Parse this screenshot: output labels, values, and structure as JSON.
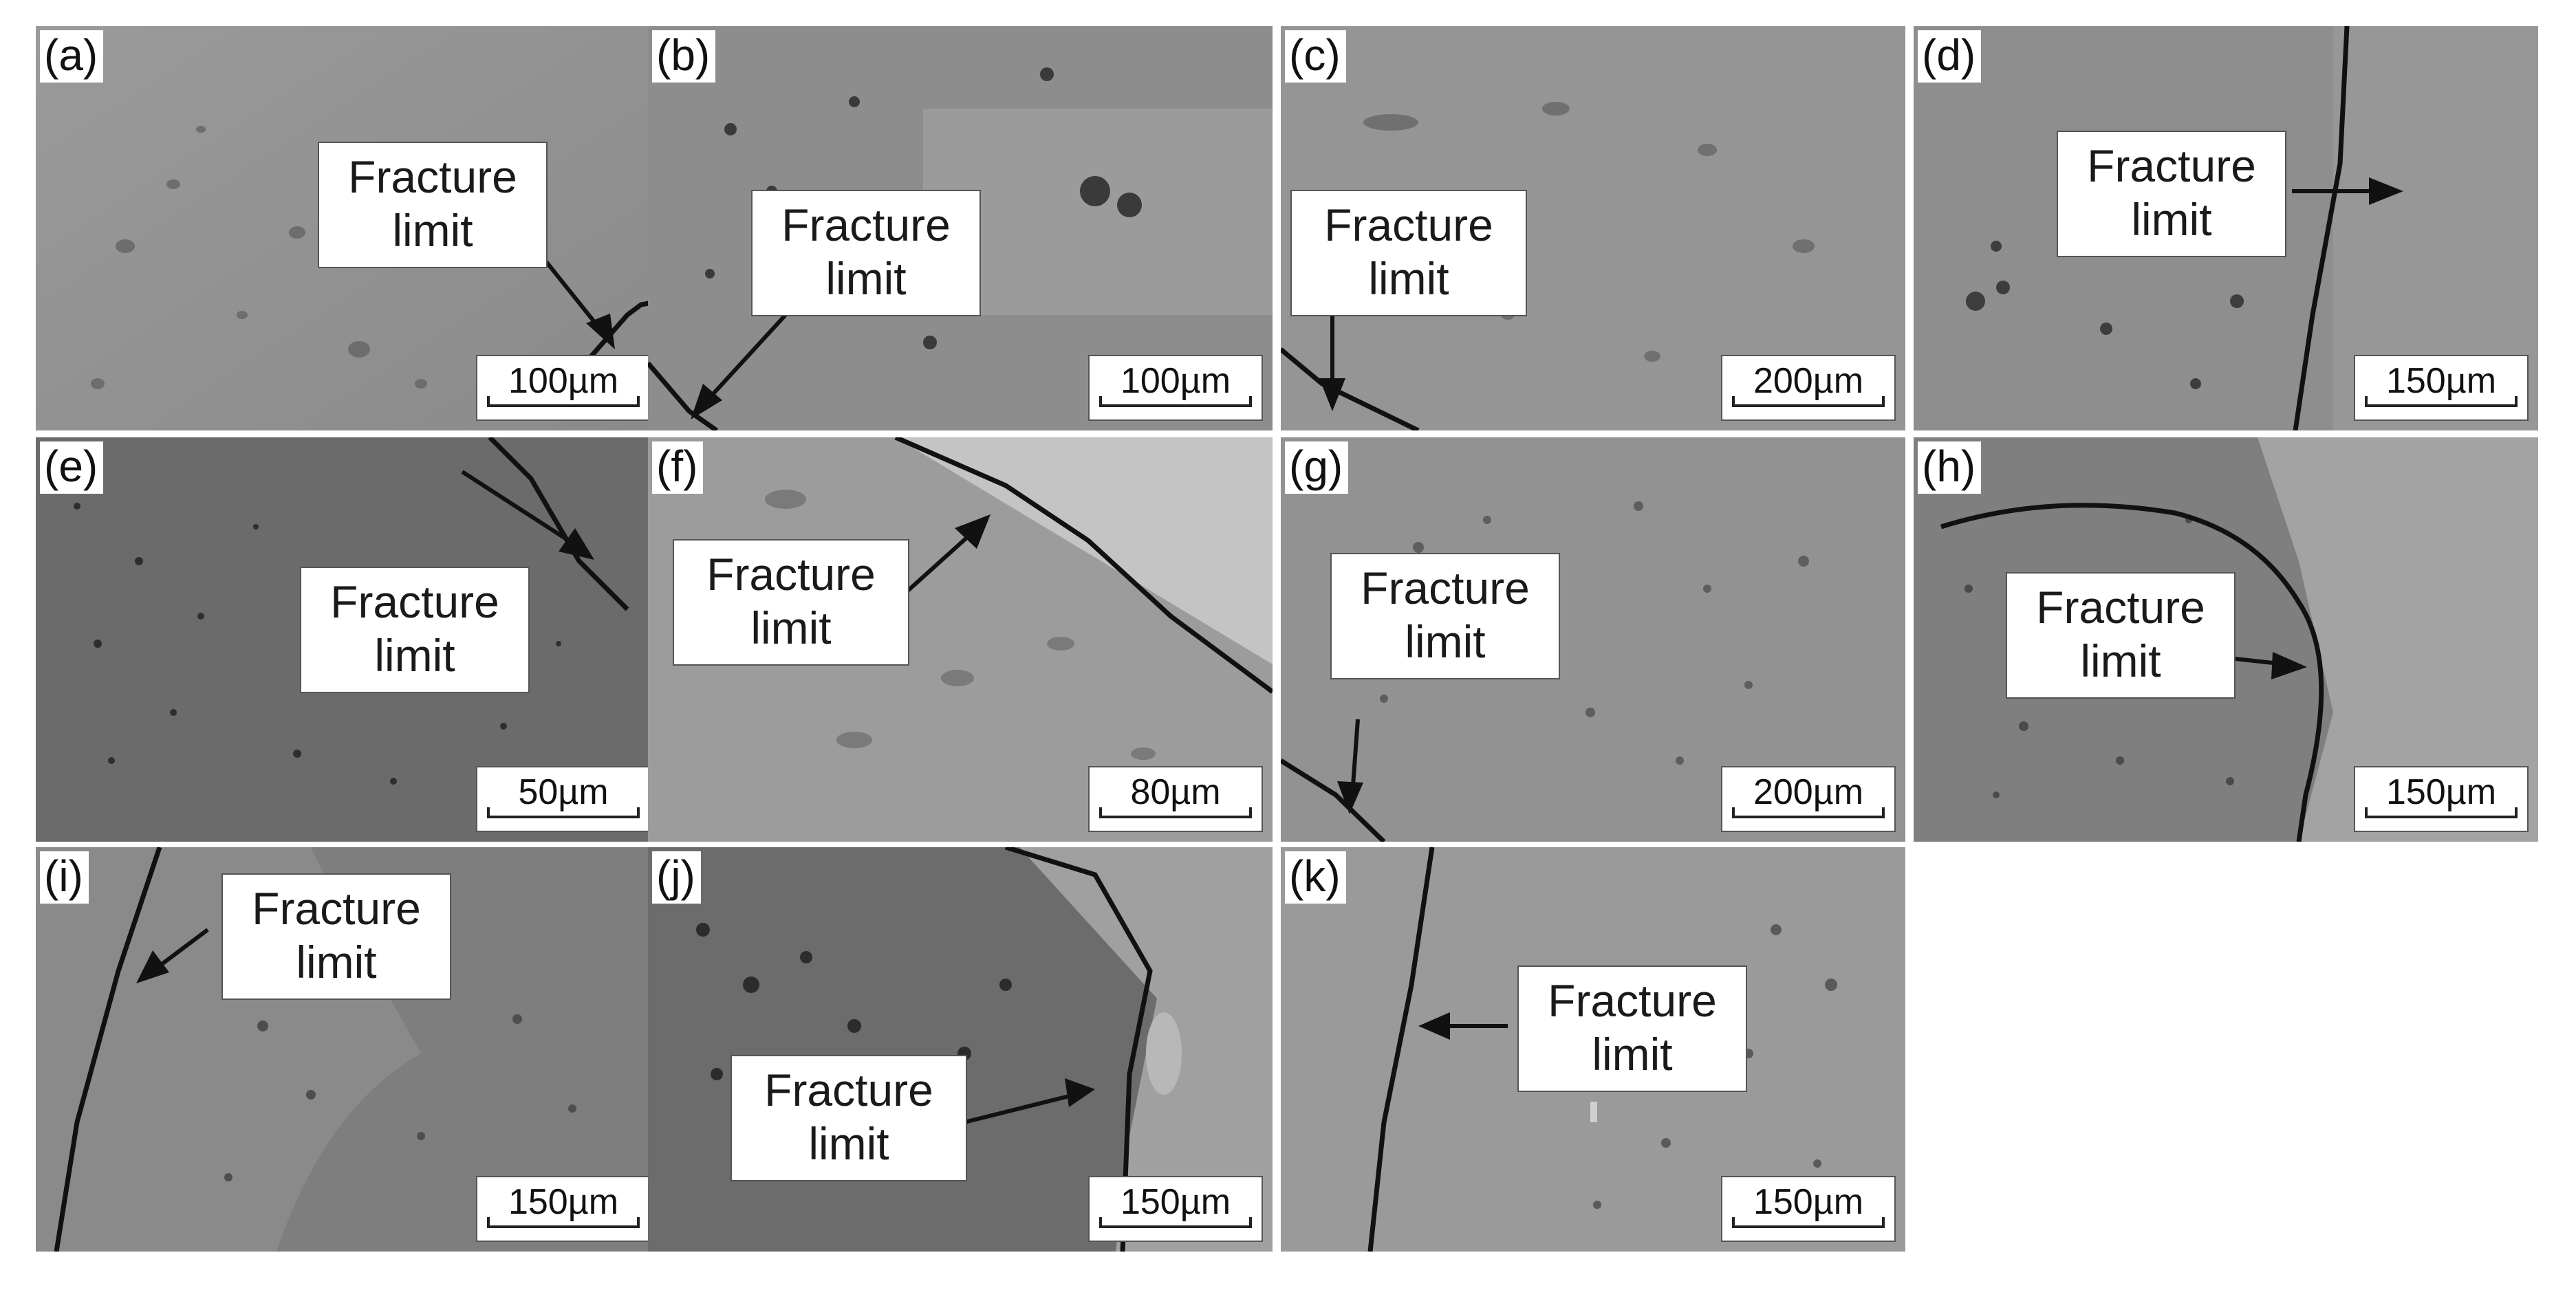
{
  "panels": [
    {
      "label": "(a)",
      "callout": [
        "Fracture",
        "limit"
      ],
      "scale": "100µm"
    },
    {
      "label": "(b)",
      "callout": [
        "Fracture",
        "limit"
      ],
      "scale": "100µm"
    },
    {
      "label": "(c)",
      "callout": [
        "Fracture",
        "limit"
      ],
      "scale": "200µm"
    },
    {
      "label": "(d)",
      "callout": [
        "Fracture",
        "limit"
      ],
      "scale": "150µm"
    },
    {
      "label": "(e)",
      "callout": [
        "Fracture",
        "limit"
      ],
      "scale": "50µm"
    },
    {
      "label": "(f)",
      "callout": [
        "Fracture",
        "limit"
      ],
      "scale": "80µm"
    },
    {
      "label": "(g)",
      "callout": [
        "Fracture",
        "limit"
      ],
      "scale": "200µm"
    },
    {
      "label": "(h)",
      "callout": [
        "Fracture",
        "limit"
      ],
      "scale": "150µm"
    },
    {
      "label": "(i)",
      "callout": [
        "Fracture",
        "limit"
      ],
      "scale": "150µm"
    },
    {
      "label": "(j)",
      "callout": [
        "Fracture",
        "limit"
      ],
      "scale": "150µm"
    },
    {
      "label": "(k)",
      "callout": [
        "Fracture",
        "limit"
      ],
      "scale": "150µm"
    }
  ]
}
